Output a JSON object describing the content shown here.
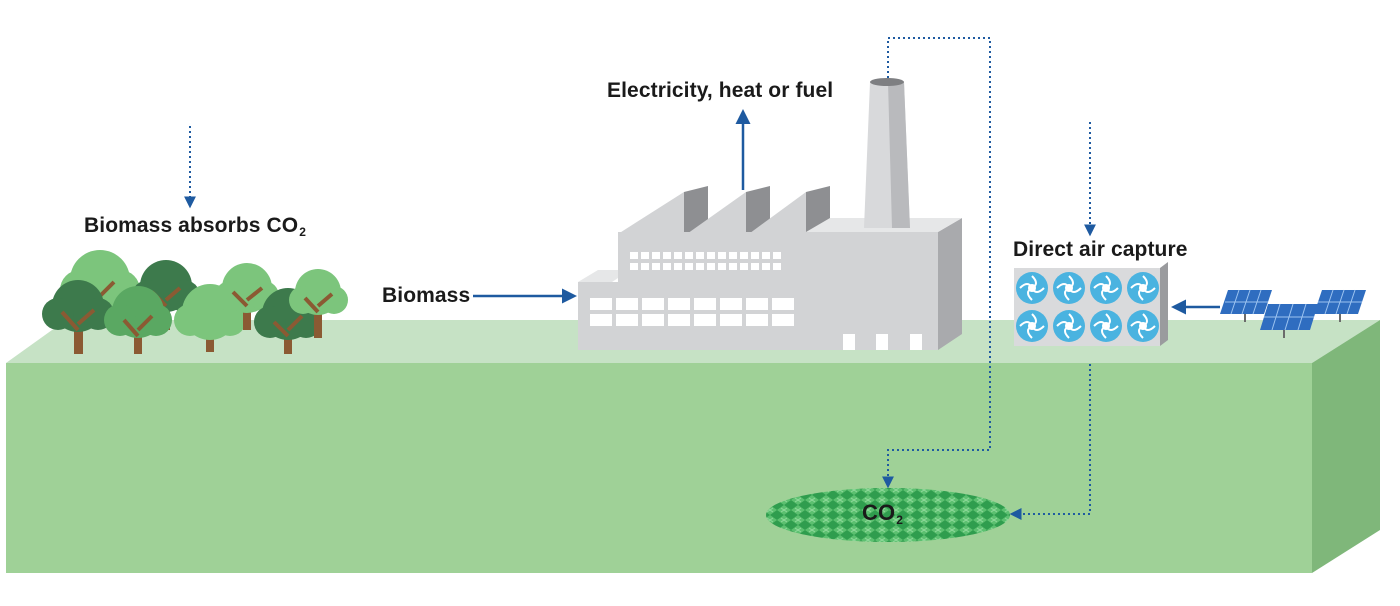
{
  "labels": {
    "biomass_absorbs": "Biomass absorbs CO",
    "biomass_absorbs_sub": "2",
    "biomass": "Biomass",
    "electricity": "Electricity, heat or fuel",
    "direct_air_capture": "Direct air capture",
    "co2_storage": "CO",
    "co2_storage_sub": "2"
  },
  "colors": {
    "ground_top": "#c6e2c5",
    "ground_front": "#9fd197",
    "ground_side": "#7fb77a",
    "arrow_blue": "#1e5aa0",
    "factory_gray": "#d2d3d5",
    "tree_light": "#7cc57c",
    "tree_dark": "#3d7a4c",
    "trunk": "#8b5a33",
    "fan_blue": "#4ab3e0",
    "solar_blue": "#2f6dc0",
    "storage_green": "#3fae5a"
  },
  "icons": [
    "tree-icon",
    "factory-icon",
    "chimney-icon",
    "fan-unit-icon",
    "solar-panel-icon",
    "co2-reservoir-icon"
  ]
}
